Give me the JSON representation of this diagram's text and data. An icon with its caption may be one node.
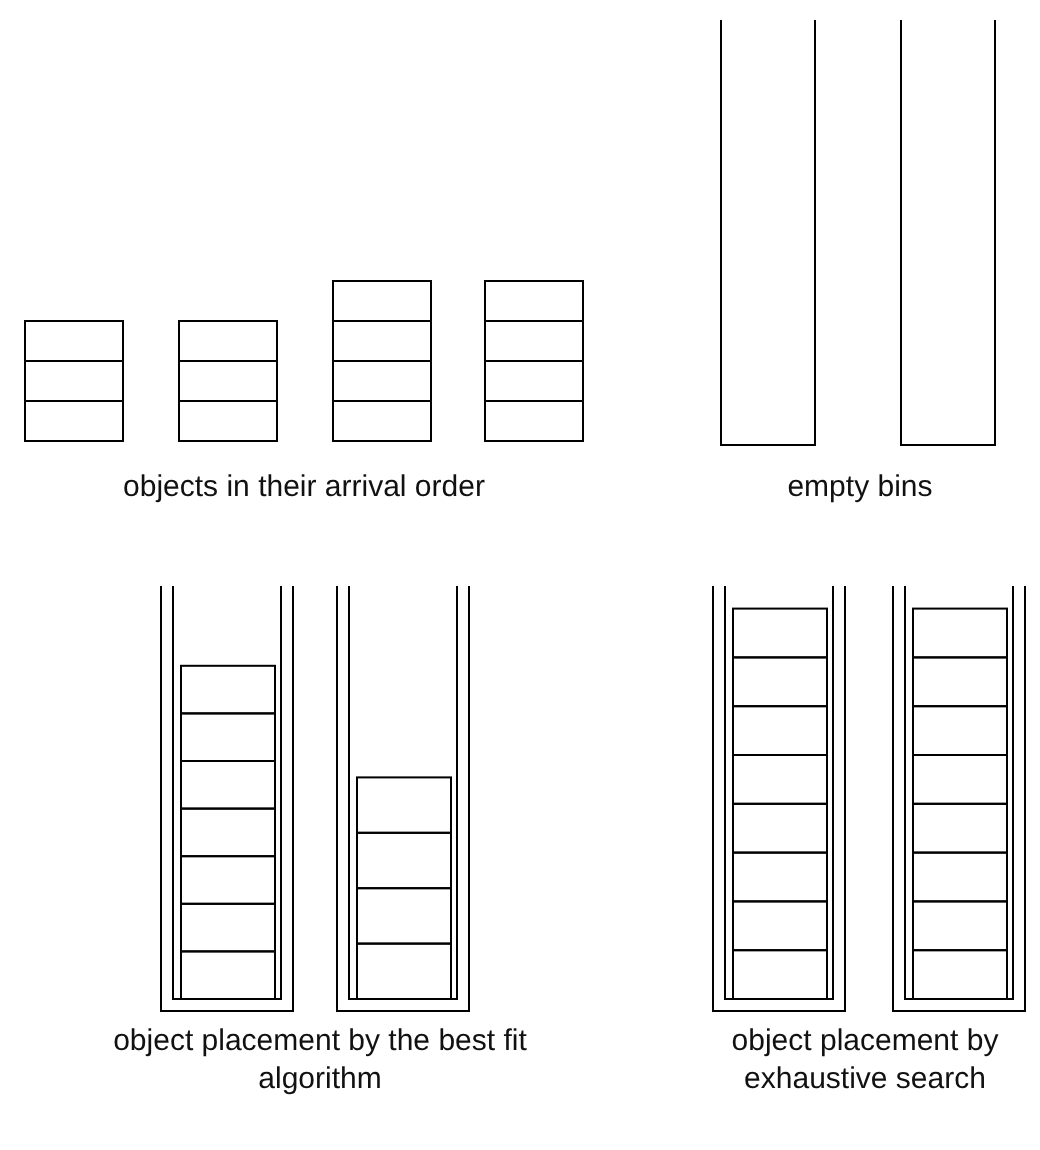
{
  "diagram": {
    "labels": [
      "objects in their arrival order",
      "empty bins",
      "object placement by the best fit algorithm",
      "object placement by exhaustive search"
    ]
  }
}
